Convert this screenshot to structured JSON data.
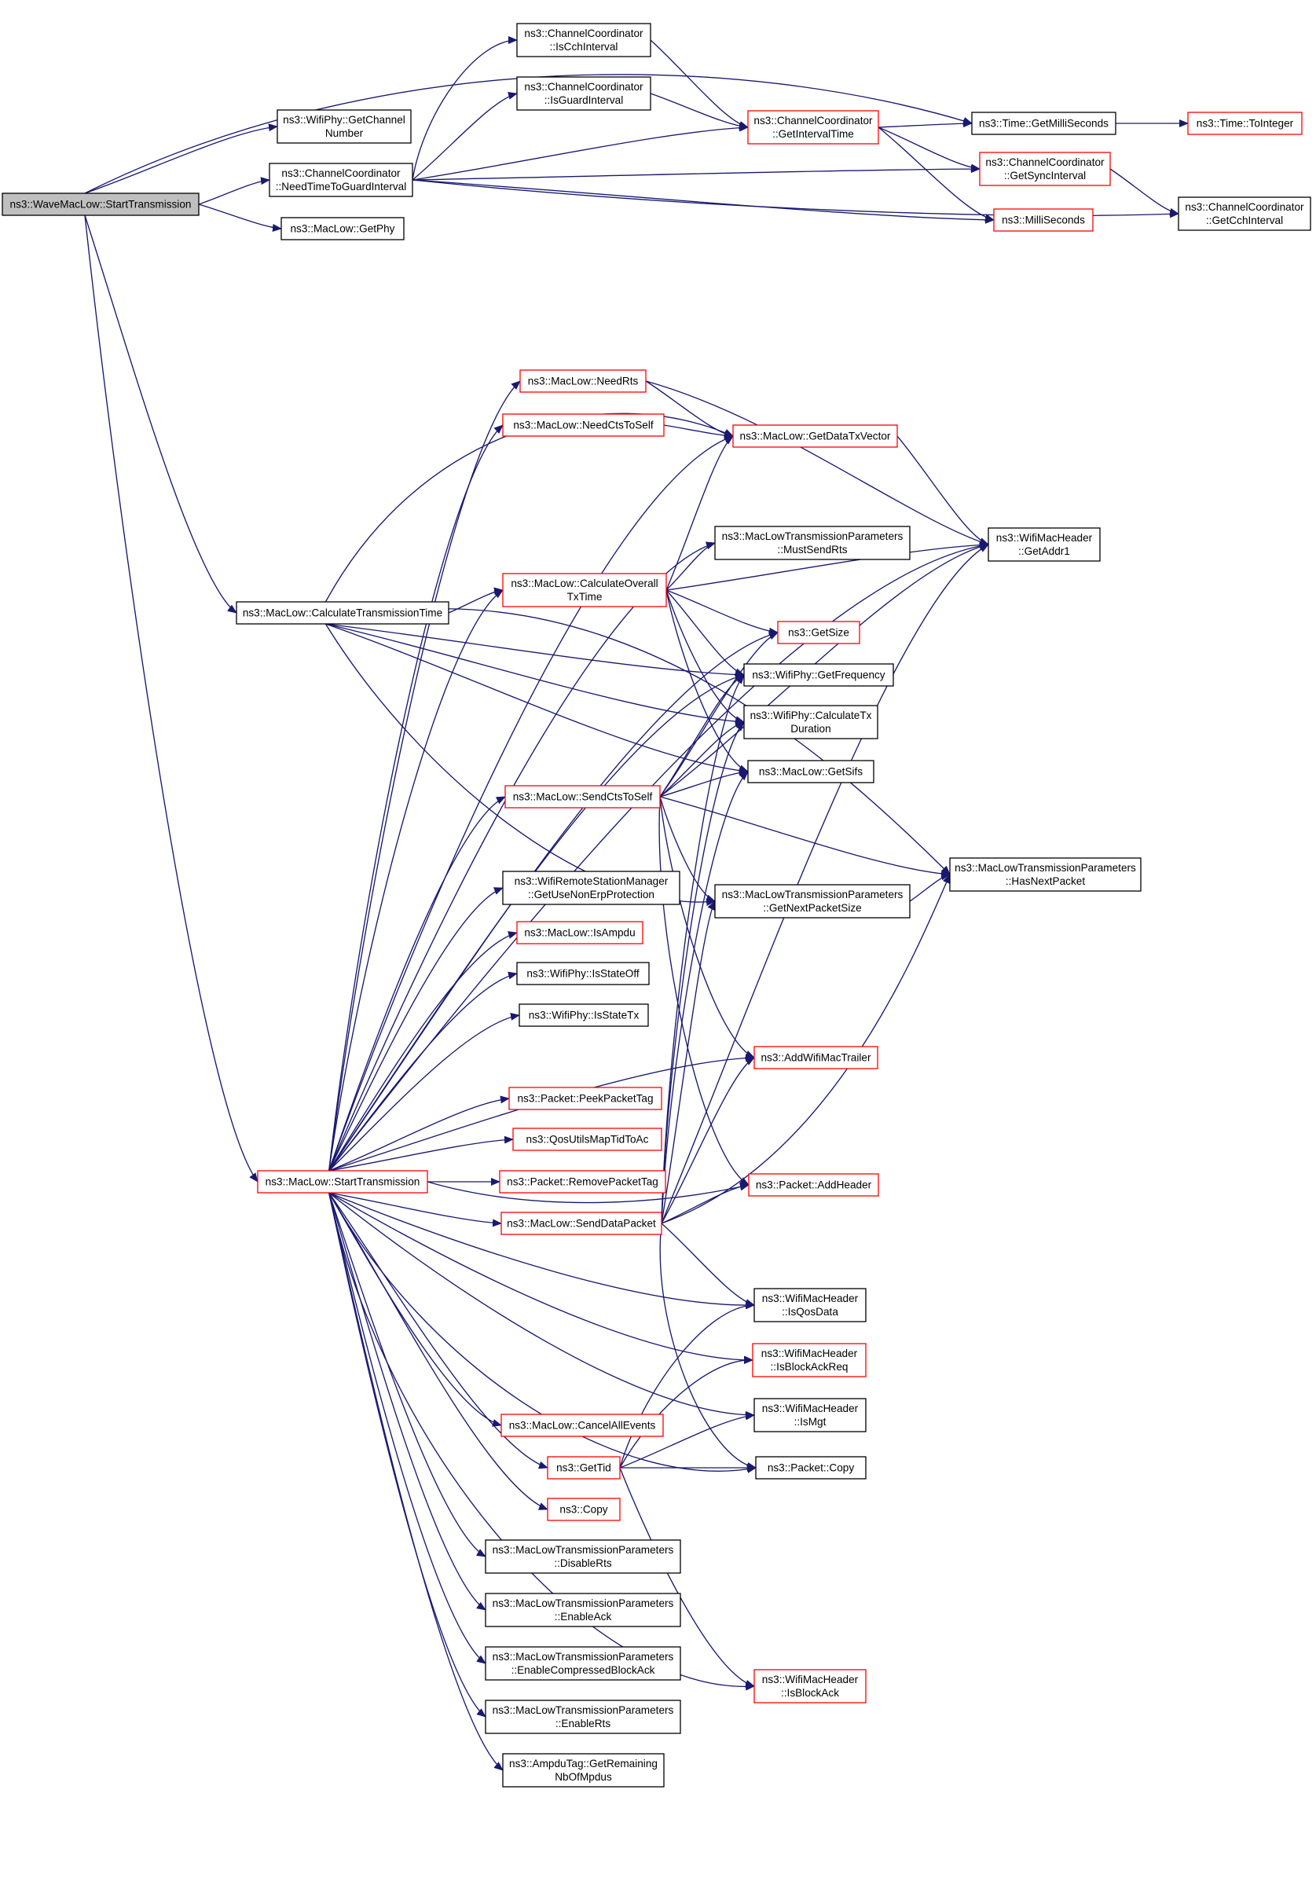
{
  "colors": {
    "edge": "#191970",
    "border_normal": "#000000",
    "border_red": "#ff0000",
    "root_fill": "#bfbfbf",
    "node_fill": "#ffffff"
  },
  "nodes": [
    {
      "id": "root",
      "lines": [
        "ns3::WaveMacLow::StartTransmission"
      ],
      "style": "root"
    },
    {
      "id": "getChannelNumber",
      "lines": [
        "ns3::WifiPhy::GetChannel",
        "Number"
      ],
      "style": "normal"
    },
    {
      "id": "needTimeToGuard",
      "lines": [
        "ns3::ChannelCoordinator",
        "::NeedTimeToGuardInterval"
      ],
      "style": "normal"
    },
    {
      "id": "getPhy",
      "lines": [
        "ns3::MacLow::GetPhy"
      ],
      "style": "normal"
    },
    {
      "id": "isCch",
      "lines": [
        "ns3::ChannelCoordinator",
        "::IsCchInterval"
      ],
      "style": "normal"
    },
    {
      "id": "isGuard",
      "lines": [
        "ns3::ChannelCoordinator",
        "::IsGuardInterval"
      ],
      "style": "normal"
    },
    {
      "id": "getIntervalTime",
      "lines": [
        "ns3::ChannelCoordinator",
        "::GetIntervalTime"
      ],
      "style": "red"
    },
    {
      "id": "getMilliSeconds",
      "lines": [
        "ns3::Time::GetMilliSeconds"
      ],
      "style": "normal"
    },
    {
      "id": "toInteger",
      "lines": [
        "ns3::Time::ToInteger"
      ],
      "style": "red"
    },
    {
      "id": "getSyncInterval",
      "lines": [
        "ns3::ChannelCoordinator",
        "::GetSyncInterval"
      ],
      "style": "red"
    },
    {
      "id": "milliSeconds",
      "lines": [
        "ns3::MilliSeconds"
      ],
      "style": "red"
    },
    {
      "id": "getCchInterval",
      "lines": [
        "ns3::ChannelCoordinator",
        "::GetCchInterval"
      ],
      "style": "normal"
    },
    {
      "id": "calcTxTime",
      "lines": [
        "ns3::MacLow::CalculateTransmissionTime"
      ],
      "style": "normal"
    },
    {
      "id": "needRts",
      "lines": [
        "ns3::MacLow::NeedRts"
      ],
      "style": "red"
    },
    {
      "id": "needCtsToSelf",
      "lines": [
        "ns3::MacLow::NeedCtsToSelf"
      ],
      "style": "red"
    },
    {
      "id": "getDataTxVector",
      "lines": [
        "ns3::MacLow::GetDataTxVector"
      ],
      "style": "red"
    },
    {
      "id": "mustSendRts",
      "lines": [
        "ns3::MacLowTransmissionParameters",
        "::MustSendRts"
      ],
      "style": "normal"
    },
    {
      "id": "getAddr1",
      "lines": [
        "ns3::WifiMacHeader",
        "::GetAddr1"
      ],
      "style": "normal"
    },
    {
      "id": "calcOverall",
      "lines": [
        "ns3::MacLow::CalculateOverall",
        "TxTime"
      ],
      "style": "red"
    },
    {
      "id": "getSize",
      "lines": [
        "ns3::GetSize"
      ],
      "style": "red"
    },
    {
      "id": "getFrequency",
      "lines": [
        "ns3::WifiPhy::GetFrequency"
      ],
      "style": "normal"
    },
    {
      "id": "calcTxDuration",
      "lines": [
        "ns3::WifiPhy::CalculateTx",
        "Duration"
      ],
      "style": "normal"
    },
    {
      "id": "getSifs",
      "lines": [
        "ns3::MacLow::GetSifs"
      ],
      "style": "normal"
    },
    {
      "id": "sendCtsToSelf",
      "lines": [
        "ns3::MacLow::SendCtsToSelf"
      ],
      "style": "red"
    },
    {
      "id": "hasNextPacket",
      "lines": [
        "ns3::MacLowTransmissionParameters",
        "::HasNextPacket"
      ],
      "style": "normal"
    },
    {
      "id": "getNextPacketSize",
      "lines": [
        "ns3::MacLowTransmissionParameters",
        "::GetNextPacketSize"
      ],
      "style": "normal"
    },
    {
      "id": "getUseNonErp",
      "lines": [
        "ns3::WifiRemoteStationManager",
        "::GetUseNonErpProtection"
      ],
      "style": "normal"
    },
    {
      "id": "isAmpdu",
      "lines": [
        "ns3::MacLow::IsAmpdu"
      ],
      "style": "red"
    },
    {
      "id": "isStateOff",
      "lines": [
        "ns3::WifiPhy::IsStateOff"
      ],
      "style": "normal"
    },
    {
      "id": "isStateTx",
      "lines": [
        "ns3::WifiPhy::IsStateTx"
      ],
      "style": "normal"
    },
    {
      "id": "addWifiMacTrailer",
      "lines": [
        "ns3::AddWifiMacTrailer"
      ],
      "style": "red"
    },
    {
      "id": "peekPacketTag",
      "lines": [
        "ns3::Packet::PeekPacketTag"
      ],
      "style": "red"
    },
    {
      "id": "qosUtilsMap",
      "lines": [
        "ns3::QosUtilsMapTidToAc"
      ],
      "style": "red"
    },
    {
      "id": "startTx",
      "lines": [
        "ns3::MacLow::StartTransmission"
      ],
      "style": "red"
    },
    {
      "id": "removePacketTag",
      "lines": [
        "ns3::Packet::RemovePacketTag"
      ],
      "style": "red"
    },
    {
      "id": "addHeader",
      "lines": [
        "ns3::Packet::AddHeader"
      ],
      "style": "red"
    },
    {
      "id": "sendDataPacket",
      "lines": [
        "ns3::MacLow::SendDataPacket"
      ],
      "style": "red"
    },
    {
      "id": "isQosData",
      "lines": [
        "ns3::WifiMacHeader",
        "::IsQosData"
      ],
      "style": "normal"
    },
    {
      "id": "isBlockAckReq",
      "lines": [
        "ns3::WifiMacHeader",
        "::IsBlockAckReq"
      ],
      "style": "red"
    },
    {
      "id": "isMgt",
      "lines": [
        "ns3::WifiMacHeader",
        "::IsMgt"
      ],
      "style": "normal"
    },
    {
      "id": "cancelAllEvents",
      "lines": [
        "ns3::MacLow::CancelAllEvents"
      ],
      "style": "red"
    },
    {
      "id": "getTid",
      "lines": [
        "ns3::GetTid"
      ],
      "style": "red"
    },
    {
      "id": "packetCopy",
      "lines": [
        "ns3::Packet::Copy"
      ],
      "style": "normal"
    },
    {
      "id": "copy",
      "lines": [
        "ns3::Copy"
      ],
      "style": "red"
    },
    {
      "id": "disableRts",
      "lines": [
        "ns3::MacLowTransmissionParameters",
        "::DisableRts"
      ],
      "style": "normal"
    },
    {
      "id": "enableAck",
      "lines": [
        "ns3::MacLowTransmissionParameters",
        "::EnableAck"
      ],
      "style": "normal"
    },
    {
      "id": "enableCompressed",
      "lines": [
        "ns3::MacLowTransmissionParameters",
        "::EnableCompressedBlockAck"
      ],
      "style": "normal"
    },
    {
      "id": "enableRts",
      "lines": [
        "ns3::MacLowTransmissionParameters",
        "::EnableRts"
      ],
      "style": "normal"
    },
    {
      "id": "getRemainingNb",
      "lines": [
        "ns3::AmpduTag::GetRemaining",
        "NbOfMpdus"
      ],
      "style": "normal"
    },
    {
      "id": "isBlockAck",
      "lines": [
        "ns3::WifiMacHeader",
        "::IsBlockAck"
      ],
      "style": "red"
    }
  ],
  "edges": [
    [
      "root",
      "getMilliSeconds"
    ],
    [
      "root",
      "getChannelNumber"
    ],
    [
      "root",
      "needTimeToGuard"
    ],
    [
      "root",
      "getPhy"
    ],
    [
      "root",
      "calcTxTime"
    ],
    [
      "root",
      "startTx"
    ],
    [
      "needTimeToGuard",
      "isCch"
    ],
    [
      "needTimeToGuard",
      "isGuard"
    ],
    [
      "needTimeToGuard",
      "getIntervalTime"
    ],
    [
      "needTimeToGuard",
      "getSyncInterval"
    ],
    [
      "needTimeToGuard",
      "milliSeconds"
    ],
    [
      "needTimeToGuard",
      "getCchInterval"
    ],
    [
      "isCch",
      "getIntervalTime"
    ],
    [
      "isGuard",
      "getIntervalTime"
    ],
    [
      "getIntervalTime",
      "getMilliSeconds"
    ],
    [
      "getIntervalTime",
      "getSyncInterval"
    ],
    [
      "getIntervalTime",
      "milliSeconds"
    ],
    [
      "getMilliSeconds",
      "toInteger"
    ],
    [
      "getSyncInterval",
      "getCchInterval"
    ],
    [
      "calcTxTime",
      "getDataTxVector"
    ],
    [
      "calcTxTime",
      "calcOverall"
    ],
    [
      "calcTxTime",
      "hasNextPacket"
    ],
    [
      "calcTxTime",
      "getFrequency"
    ],
    [
      "calcTxTime",
      "calcTxDuration"
    ],
    [
      "calcTxTime",
      "getSifs"
    ],
    [
      "calcTxTime",
      "getNextPacketSize"
    ],
    [
      "needRts",
      "getDataTxVector"
    ],
    [
      "needRts",
      "getAddr1"
    ],
    [
      "needCtsToSelf",
      "getDataTxVector"
    ],
    [
      "getDataTxVector",
      "getAddr1"
    ],
    [
      "calcOverall",
      "getDataTxVector"
    ],
    [
      "calcOverall",
      "mustSendRts"
    ],
    [
      "calcOverall",
      "getAddr1"
    ],
    [
      "calcOverall",
      "getSize"
    ],
    [
      "calcOverall",
      "getFrequency"
    ],
    [
      "calcOverall",
      "calcTxDuration"
    ],
    [
      "calcOverall",
      "getSifs"
    ],
    [
      "sendCtsToSelf",
      "getSize"
    ],
    [
      "sendCtsToSelf",
      "getFrequency"
    ],
    [
      "sendCtsToSelf",
      "calcTxDuration"
    ],
    [
      "sendCtsToSelf",
      "getSifs"
    ],
    [
      "sendCtsToSelf",
      "getAddr1"
    ],
    [
      "sendCtsToSelf",
      "hasNextPacket"
    ],
    [
      "sendCtsToSelf",
      "getNextPacketSize"
    ],
    [
      "sendCtsToSelf",
      "addWifiMacTrailer"
    ],
    [
      "sendCtsToSelf",
      "addHeader"
    ],
    [
      "getNextPacketSize",
      "hasNextPacket"
    ],
    [
      "startTx",
      "needRts"
    ],
    [
      "startTx",
      "needCtsToSelf"
    ],
    [
      "startTx",
      "getDataTxVector"
    ],
    [
      "startTx",
      "getAddr1"
    ],
    [
      "startTx",
      "mustSendRts"
    ],
    [
      "startTx",
      "calcOverall"
    ],
    [
      "startTx",
      "getSize"
    ],
    [
      "startTx",
      "getFrequency"
    ],
    [
      "startTx",
      "sendCtsToSelf"
    ],
    [
      "startTx",
      "getUseNonErp"
    ],
    [
      "startTx",
      "isAmpdu"
    ],
    [
      "startTx",
      "isStateOff"
    ],
    [
      "startTx",
      "isStateTx"
    ],
    [
      "startTx",
      "addWifiMacTrailer"
    ],
    [
      "startTx",
      "peekPacketTag"
    ],
    [
      "startTx",
      "qosUtilsMap"
    ],
    [
      "startTx",
      "removePacketTag"
    ],
    [
      "startTx",
      "sendDataPacket"
    ],
    [
      "startTx",
      "addHeader"
    ],
    [
      "startTx",
      "isQosData"
    ],
    [
      "startTx",
      "isBlockAckReq"
    ],
    [
      "startTx",
      "isMgt"
    ],
    [
      "startTx",
      "cancelAllEvents"
    ],
    [
      "startTx",
      "getTid"
    ],
    [
      "startTx",
      "copy"
    ],
    [
      "startTx",
      "disableRts"
    ],
    [
      "startTx",
      "enableAck"
    ],
    [
      "startTx",
      "enableCompressed"
    ],
    [
      "startTx",
      "enableRts"
    ],
    [
      "startTx",
      "getRemainingNb"
    ],
    [
      "startTx",
      "packetCopy"
    ],
    [
      "startTx",
      "isBlockAck"
    ],
    [
      "sendDataPacket",
      "getFrequency"
    ],
    [
      "sendDataPacket",
      "calcTxDuration"
    ],
    [
      "sendDataPacket",
      "getSifs"
    ],
    [
      "sendDataPacket",
      "getAddr1"
    ],
    [
      "sendDataPacket",
      "getNextPacketSize"
    ],
    [
      "sendDataPacket",
      "hasNextPacket"
    ],
    [
      "sendDataPacket",
      "addWifiMacTrailer"
    ],
    [
      "sendDataPacket",
      "addHeader"
    ],
    [
      "sendDataPacket",
      "isQosData"
    ],
    [
      "sendDataPacket",
      "packetCopy"
    ],
    [
      "getTid",
      "isQosData"
    ],
    [
      "getTid",
      "isBlockAckReq"
    ],
    [
      "getTid",
      "isMgt"
    ],
    [
      "getTid",
      "packetCopy"
    ],
    [
      "getTid",
      "isBlockAck"
    ]
  ]
}
